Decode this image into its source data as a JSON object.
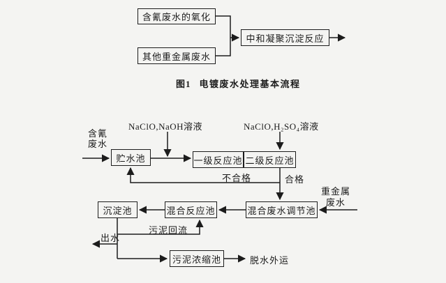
{
  "figure1": {
    "boxes": {
      "cyanide_oxidation": "含氰废水的氧化",
      "other_heavy_metal": "其他重金属废水",
      "neutralization_coagulation": "中和凝聚沉淀反应"
    },
    "caption": {
      "number": "图1",
      "title": "电镀废水处理基本流程"
    }
  },
  "figure2": {
    "reagent_labels": {
      "naclo_naoh": "NaClO,NaOH溶液",
      "naclo_h2so4": "NaClO,H₂SO₄溶液"
    },
    "stream_labels": {
      "cyanide_wastewater_line1": "含氰",
      "cyanide_wastewater_line2": "废水",
      "unqualified": "不合格",
      "qualified": "合格",
      "heavy_metal_line1": "重金属",
      "heavy_metal_line2": "废水",
      "sludge_return": "污泥回流",
      "effluent": "出水",
      "dewater_transport": "脱水外运"
    },
    "boxes": {
      "storage_tank": "贮水池",
      "first_stage_reaction_tank": "一级反应池",
      "second_stage_reaction_tank": "二级反应池",
      "mixed_wastewater_adjust_tank": "混合废水调节池",
      "mixing_reaction_tank": "混合反应池",
      "sedimentation_tank": "沉淀池",
      "sludge_thickening_tank": "污泥浓缩池"
    }
  },
  "colors": {
    "ink": "#1c1c1c",
    "paper": "#f4f4f2"
  }
}
